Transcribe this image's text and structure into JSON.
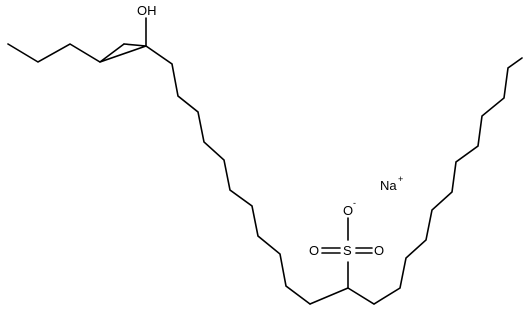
{
  "molecule": {
    "atoms": {
      "hydroxyl": "OH",
      "sulfur": "S",
      "oxygen_left": "O",
      "oxygen_right": "O",
      "oxygen_top": "O",
      "sodium": "Na"
    },
    "charges": {
      "oxygen_top": "-",
      "sodium": "+"
    }
  }
}
